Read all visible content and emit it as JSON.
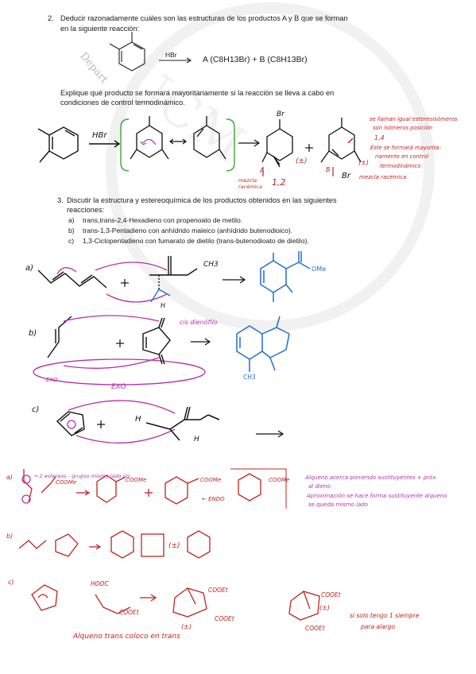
{
  "watermark": "Depart",
  "q2": {
    "number": "2.",
    "text_line1": "Deducir razonadamente cuáles son las estructuras de los productos A y B que se forman",
    "text_line2": "en la siguiente reacción:",
    "reagent": "HBr",
    "products": "A (C8H13Br) + B (C8H13Br)",
    "explain_line1": "Explique qué producto se formará mayoritariamente si la reacción se lleva a cabo en",
    "explain_line2": "condiciones de control termodinámico."
  },
  "q2_handwritten": {
    "reagent": "HBr",
    "br_label_a": "Br",
    "racemic_a": "(±)",
    "label_a": "A",
    "a_12": "1,2",
    "mezcla_racemica": "mezcla racémica",
    "label_b": "B",
    "br_label_b": "Br",
    "racemic_b": "(±)",
    "mezcla_racemica_b": "mezcla racémica",
    "note_line1": "se llaman igual estereoisómeros",
    "note_line2": "son isómeros posición",
    "note_line3": "1,4",
    "note_line4": "Este se formará mayorita-",
    "note_line5": "riamente en control",
    "note_line6": "termodinámico"
  },
  "q3": {
    "number": "3.",
    "text_line1": "Discutir la estructura y estereoquímica de los productos obtenidos en las siguientes",
    "text_line2": "reacciones:",
    "items": [
      {
        "letter": "a)",
        "text": "trans,trans-2,4-Hexadieno con propenoato de metilo."
      },
      {
        "letter": "b)",
        "text": "trans-1,3-Pentadieno con anhídrido maleico (anhídrido butenodioico)."
      },
      {
        "letter": "c)",
        "text": "1,3-Ciclopentadieno con fumarato de dietilo (trans-butenodioato de dietilo)."
      }
    ]
  },
  "q3_handwritten": {
    "a_label": "a)",
    "a_ch3": "CH3",
    "a_h": "H",
    "a_ome": "OMe",
    "b_label": "b)",
    "b_cis": "cis dienófilo",
    "b_exo1": "EXO",
    "b_exo2": "EXO",
    "b_ch3": "CH3",
    "c_label": "c)",
    "c_h": "H",
    "c_hh": "H"
  },
  "red_notes": {
    "a_label": "a)",
    "a_note": "→ 2 estereos - grupos mismo lado cis",
    "a_cooh": "COOMe",
    "a_cooh2": "COOMe",
    "a_cooh3": "COOMe",
    "a_cooh4": "COOMe",
    "a_endo": "← ENDO",
    "a_text_line1": "Alqueno acerca poniendo sustituyentes + próx",
    "a_text_line2": "al dieno",
    "a_text_line3": "Aproximación se hace forma sustituyente alqueno",
    "a_text_line4": "se queda mismo lado",
    "b_label": "b)",
    "b_racemic": "(±)",
    "c_label": "c)",
    "c_hooc": "HOOC",
    "c_cooet": "COOEt",
    "c_cooet2": "COOEt",
    "c_cooet3": "COOEt",
    "c_racemic": "(±)",
    "c_cooet4": "COOEt",
    "c_cooet5": "COOEt",
    "c_racemic2": "(±)",
    "c_note_line1": "si solo tengo 1 siempre",
    "c_note_line2": "para alargo",
    "c_bottom": "Alqueno trans coloco en trans"
  }
}
